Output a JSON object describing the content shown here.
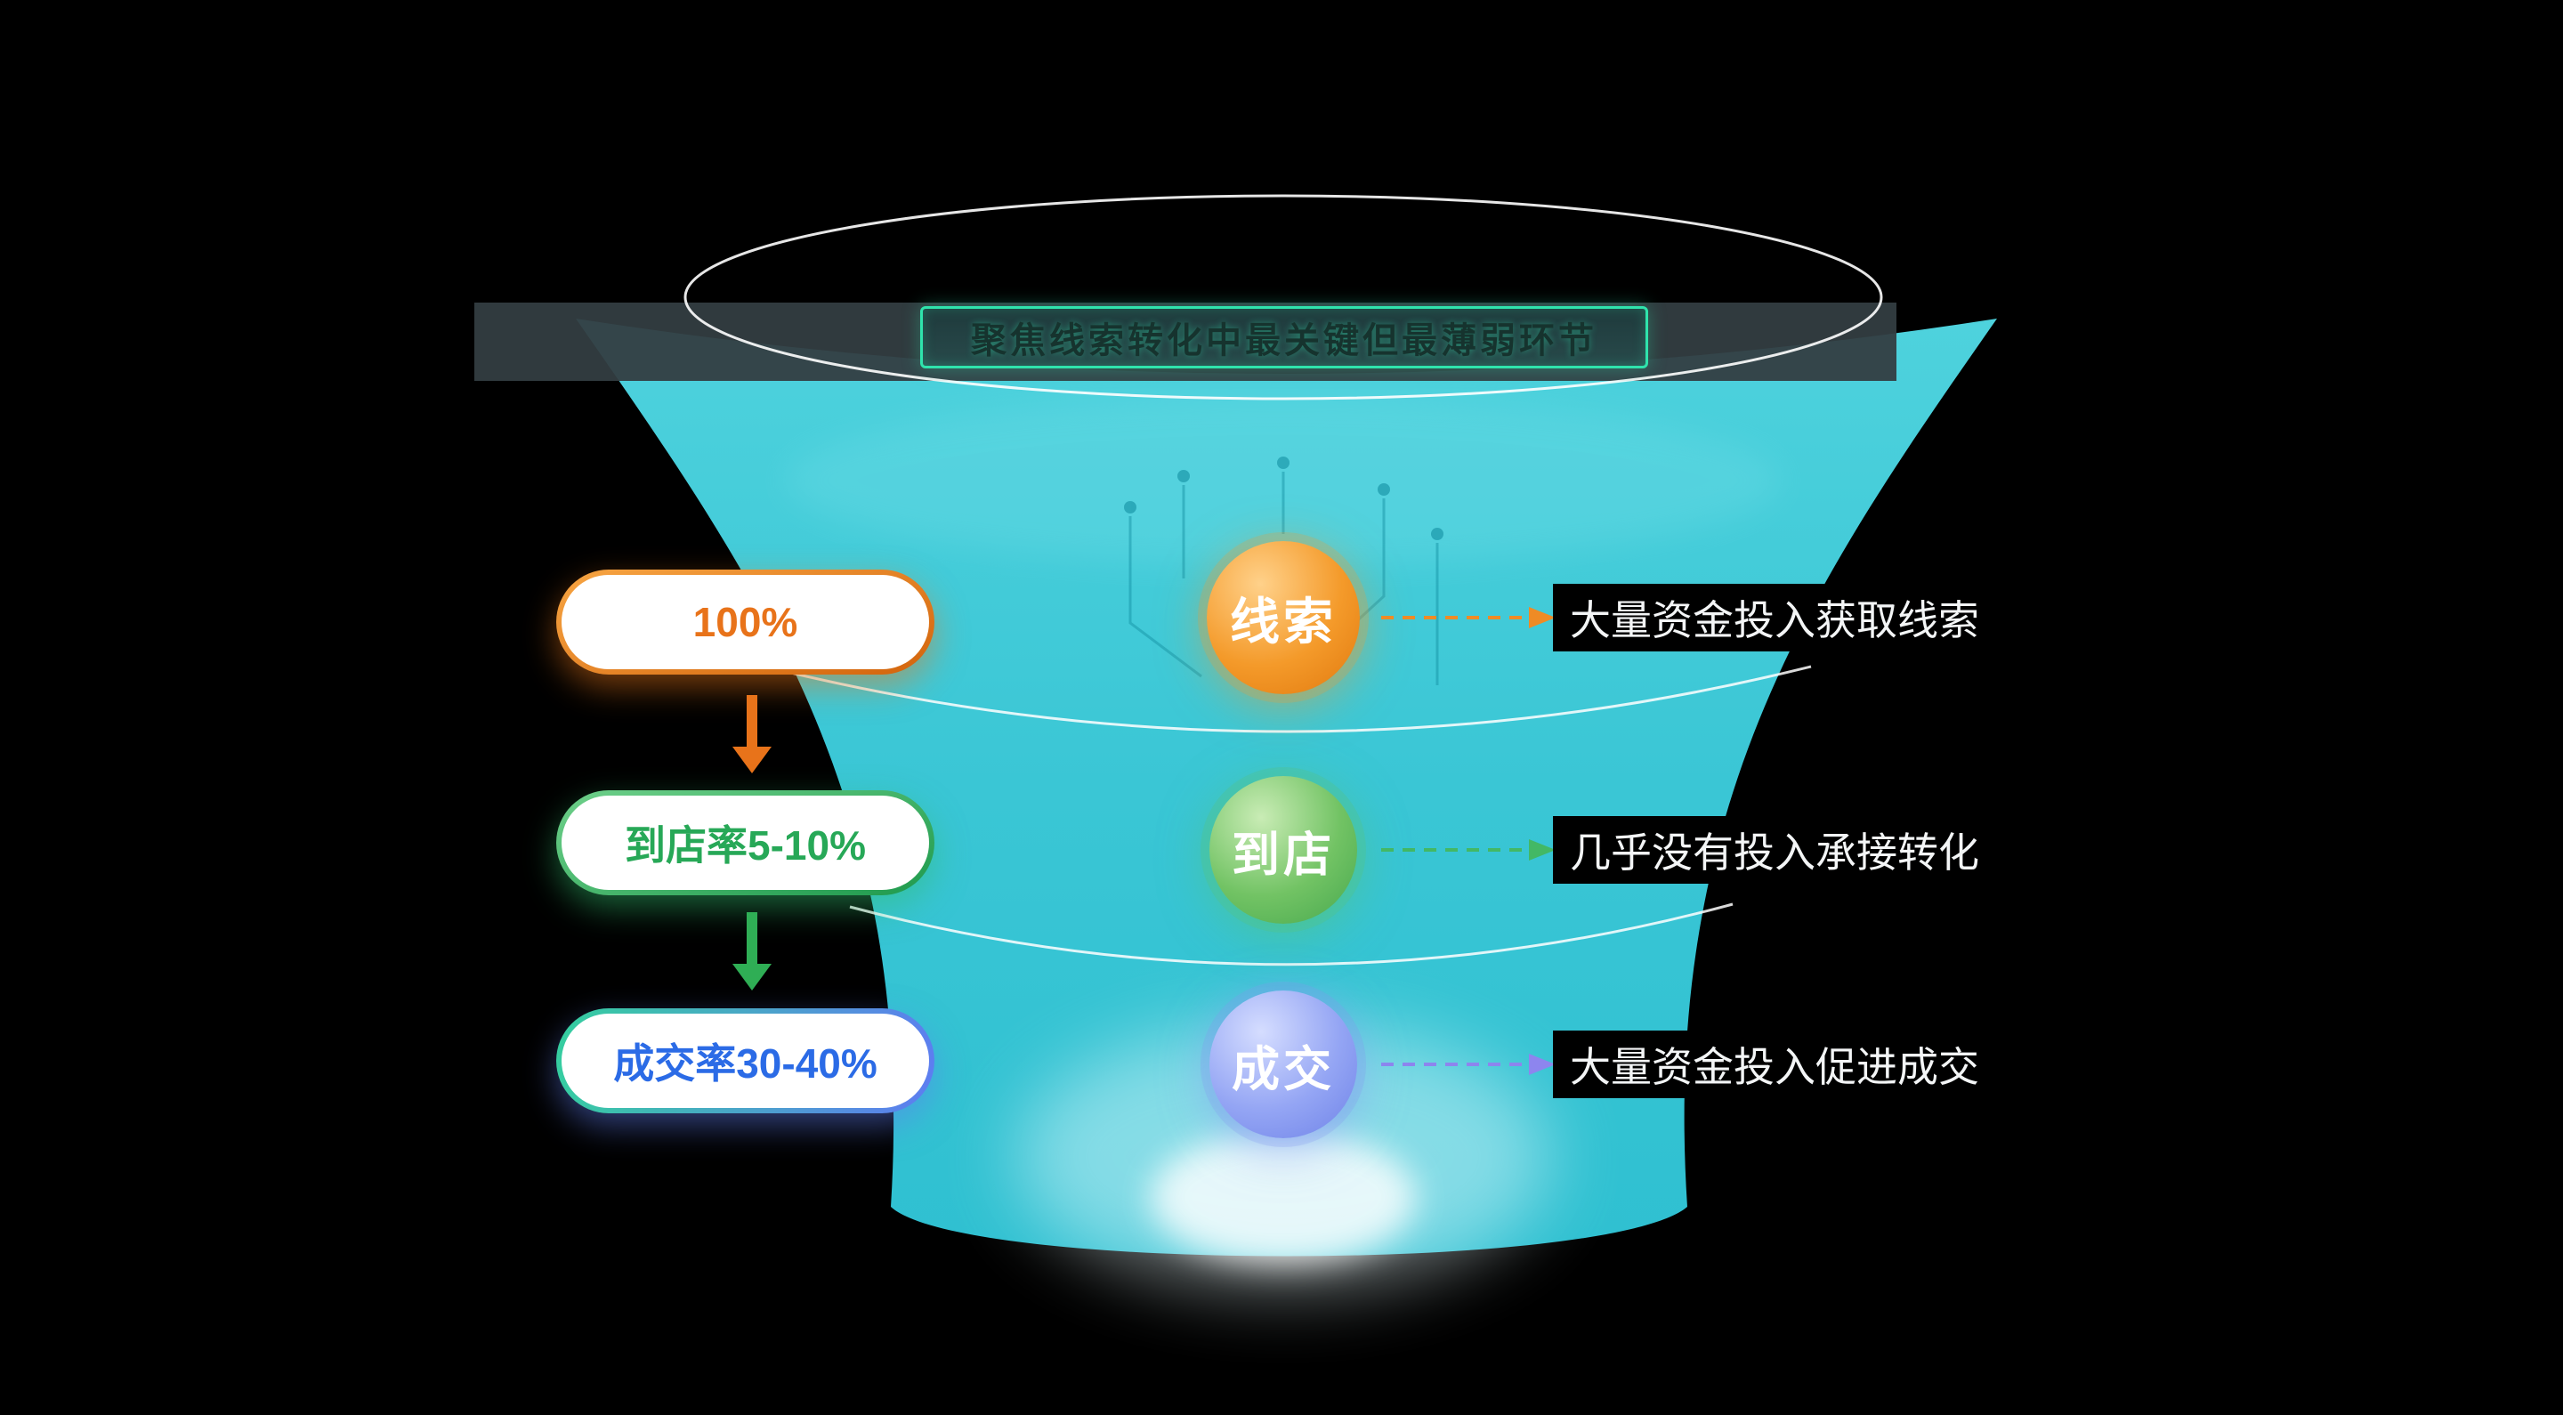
{
  "page": {
    "background": "#000000"
  },
  "title": {
    "text": "聚焦线索转化中最关键但最薄弱环节"
  },
  "stages": [
    {
      "id": "leads",
      "circle_label": "线索",
      "rate_label": "100%",
      "note": "大量资金投入获取线索",
      "accent": "#ef8b25"
    },
    {
      "id": "store-visit",
      "circle_label": "到店",
      "rate_label": "到店率5-10%",
      "note": "几乎没有投入承接转化",
      "accent": "#3bb45c"
    },
    {
      "id": "deal",
      "circle_label": "成交",
      "rate_label": "成交率30-40%",
      "note": "大量资金投入促进成交",
      "accent": "#8d85ee"
    }
  ],
  "colors": {
    "funnel": "#3ac6d5",
    "title_border": "#2fe3ac",
    "leads_accent": "#e8731a",
    "visit_accent": "#27a857",
    "deal_accent": "#2b6be6"
  }
}
